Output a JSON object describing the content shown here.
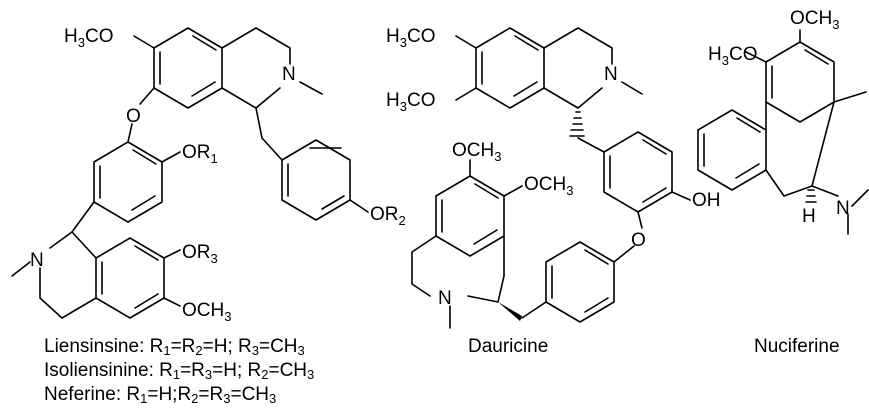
{
  "labels": {
    "h3co": [
      "H",
      "3",
      "CO"
    ],
    "och3": [
      "OCH",
      "3"
    ],
    "n": "N",
    "o": "O",
    "h": "H",
    "oh": "OH",
    "or1": [
      "OR",
      "1"
    ],
    "or2": [
      "OR",
      "2"
    ],
    "or3": [
      "OR",
      "3"
    ]
  },
  "compounds": {
    "liensinsine": [
      "Liensinsine: R",
      "1",
      "=R",
      "2",
      "=H; R",
      "3",
      "=CH",
      "3"
    ],
    "isoliensinine": [
      "Isoliensinine: R",
      "1",
      "=R",
      "3",
      "=H; R",
      "2",
      "=CH",
      "3"
    ],
    "neferine": [
      "Neferine: R",
      "1",
      "=H;R",
      "2",
      "=R",
      "3",
      "=CH",
      "3"
    ],
    "dauricine": "Dauricine",
    "nuciferine": "Nuciferine"
  }
}
